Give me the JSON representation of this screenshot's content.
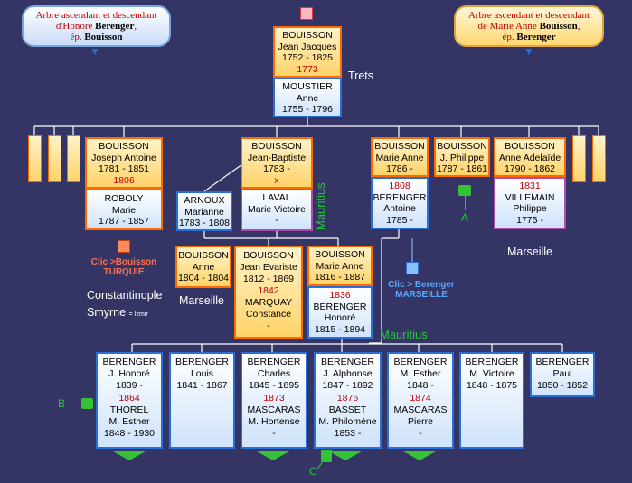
{
  "bubbles": {
    "left": {
      "line1": "Arbre ascendant et descendant",
      "line2_pre": "d'Honoré ",
      "line2_bold": "Berenger",
      "line2_post": ",",
      "line3_pre": "ép. ",
      "line3_bold": "Bouisson"
    },
    "right": {
      "line1": "Arbre ascendant et descendant",
      "line2_pre": "de Marie Anne ",
      "line2_bold": "Bouisson",
      "line2_post": ",",
      "line3_pre": "ép. ",
      "line3_bold": "Berenger"
    }
  },
  "top": {
    "p1": {
      "name": "BOUISSON",
      "given": "Jean Jacques",
      "dates": "1752 - 1825",
      "marriage": "1773"
    },
    "p2": {
      "name": "MOUSTIER",
      "given": "Anne",
      "dates": "1755 - 1796"
    },
    "place": "Trets"
  },
  "gen2": {
    "joseph": {
      "name": "BOUISSON",
      "given": "Joseph Antoine",
      "dates": "1781 - 1851",
      "marriage": "1806",
      "spouse_name": "ROBOLY",
      "spouse_given": "Marie",
      "spouse_dates": "1787 - 1857"
    },
    "jb": {
      "name": "BOUISSON",
      "given": "Jean-Baptiste",
      "dates": "1783 -",
      "marriage": "x",
      "spouse_name": "LAVAL",
      "spouse_given": "Marie Victoire",
      "spouse_dates": "-"
    },
    "arnoux": {
      "name": "ARNOUX",
      "given": "Marianne",
      "dates": "1783 - 1808"
    },
    "marieanne": {
      "name": "BOUISSON",
      "given": "Marie Anne",
      "dates": "1786 -",
      "marriage": "1808",
      "spouse_name": "BERENGER",
      "spouse_given": "Antoine",
      "spouse_dates": "1785 -"
    },
    "philippe": {
      "name": "BOUISSON",
      "given": "J. Philippe",
      "dates": "1787 - 1861"
    },
    "adelaide": {
      "name": "BOUISSON",
      "given": "Anne Adelaïde",
      "dates": "1790 - 1862",
      "marriage": "1831",
      "spouse_name": "VILLEMAIN",
      "spouse_given": "Philippe",
      "spouse_dates": "1775 -"
    }
  },
  "gen3": {
    "anne": {
      "name": "BOUISSON",
      "given": "Anne",
      "dates": "1804 - 1804"
    },
    "evariste": {
      "name": "BOUISSON",
      "given": "Jean Evariste",
      "dates": "1812 - 1869",
      "marriage": "1842",
      "spouse_name": "MARQUAY",
      "spouse_given": "Constance",
      "spouse_dates": "-"
    },
    "marieanne2": {
      "name": "BOUISSON",
      "given": "Marie Anne",
      "dates": "1816 - 1887",
      "marriage": "1836",
      "spouse_name": "BERENGER",
      "spouse_given": "Honoré",
      "spouse_dates": "1815 - 1894"
    }
  },
  "gen4": [
    {
      "name": "BERENGER",
      "given": "J. Honoré",
      "dates": "1839 -",
      "marriage": "1864",
      "spouse_name": "THOREL",
      "spouse_given": "M. Esther",
      "spouse_dates": "1848 - 1930"
    },
    {
      "name": "BERENGER",
      "given": "Louis",
      "dates": "1841 - 1867"
    },
    {
      "name": "BERENGER",
      "given": "Charles",
      "dates": "1845 - 1895",
      "marriage": "1873",
      "spouse_name": "MASCARAS",
      "spouse_given": "M. Hortense",
      "spouse_dates": "-"
    },
    {
      "name": "BERENGER",
      "given": "J. Alphonse",
      "dates": "1847 - 1892",
      "marriage": "1876",
      "spouse_name": "BASSET",
      "spouse_given": "M. Philomène",
      "spouse_dates": "1853 -"
    },
    {
      "name": "BERENGER",
      "given": "M. Esther",
      "dates": "1848 -",
      "marriage": "1874",
      "spouse_name": "MASCARAS",
      "spouse_given": "Pierre",
      "spouse_dates": "-"
    },
    {
      "name": "BERENGER",
      "given": "M. Victoire",
      "dates": "1848 - 1875"
    },
    {
      "name": "BERENGER",
      "given": "Paul",
      "dates": "1850 - 1852"
    }
  ],
  "labels": {
    "marseille1": "Marseille",
    "marseille2": "Marseille",
    "mauritius_v": "Mauritius",
    "mauritius_h": "Mauritius",
    "constantinople": "Constantinople",
    "smyrne": "Smyrne",
    "izmir": "= Izmir",
    "a": "A",
    "b": "B",
    "c": "C"
  },
  "links": {
    "turquie_l1": "Clic >Bouisson",
    "turquie_l2": "TURQUIE",
    "marseille_l1": "Clic > Berenger",
    "marseille_l2": "MARSEILLE"
  },
  "icons": {
    "pointer": "☛",
    "arrow": "▼",
    "badge": "▣"
  },
  "colors": {
    "background": "#343465",
    "gold": "#ffd36a",
    "orange_border": "#ff6a00",
    "blue_border": "#2a6ed8",
    "green_text": "#25c93a",
    "red_text": "#c00000"
  }
}
